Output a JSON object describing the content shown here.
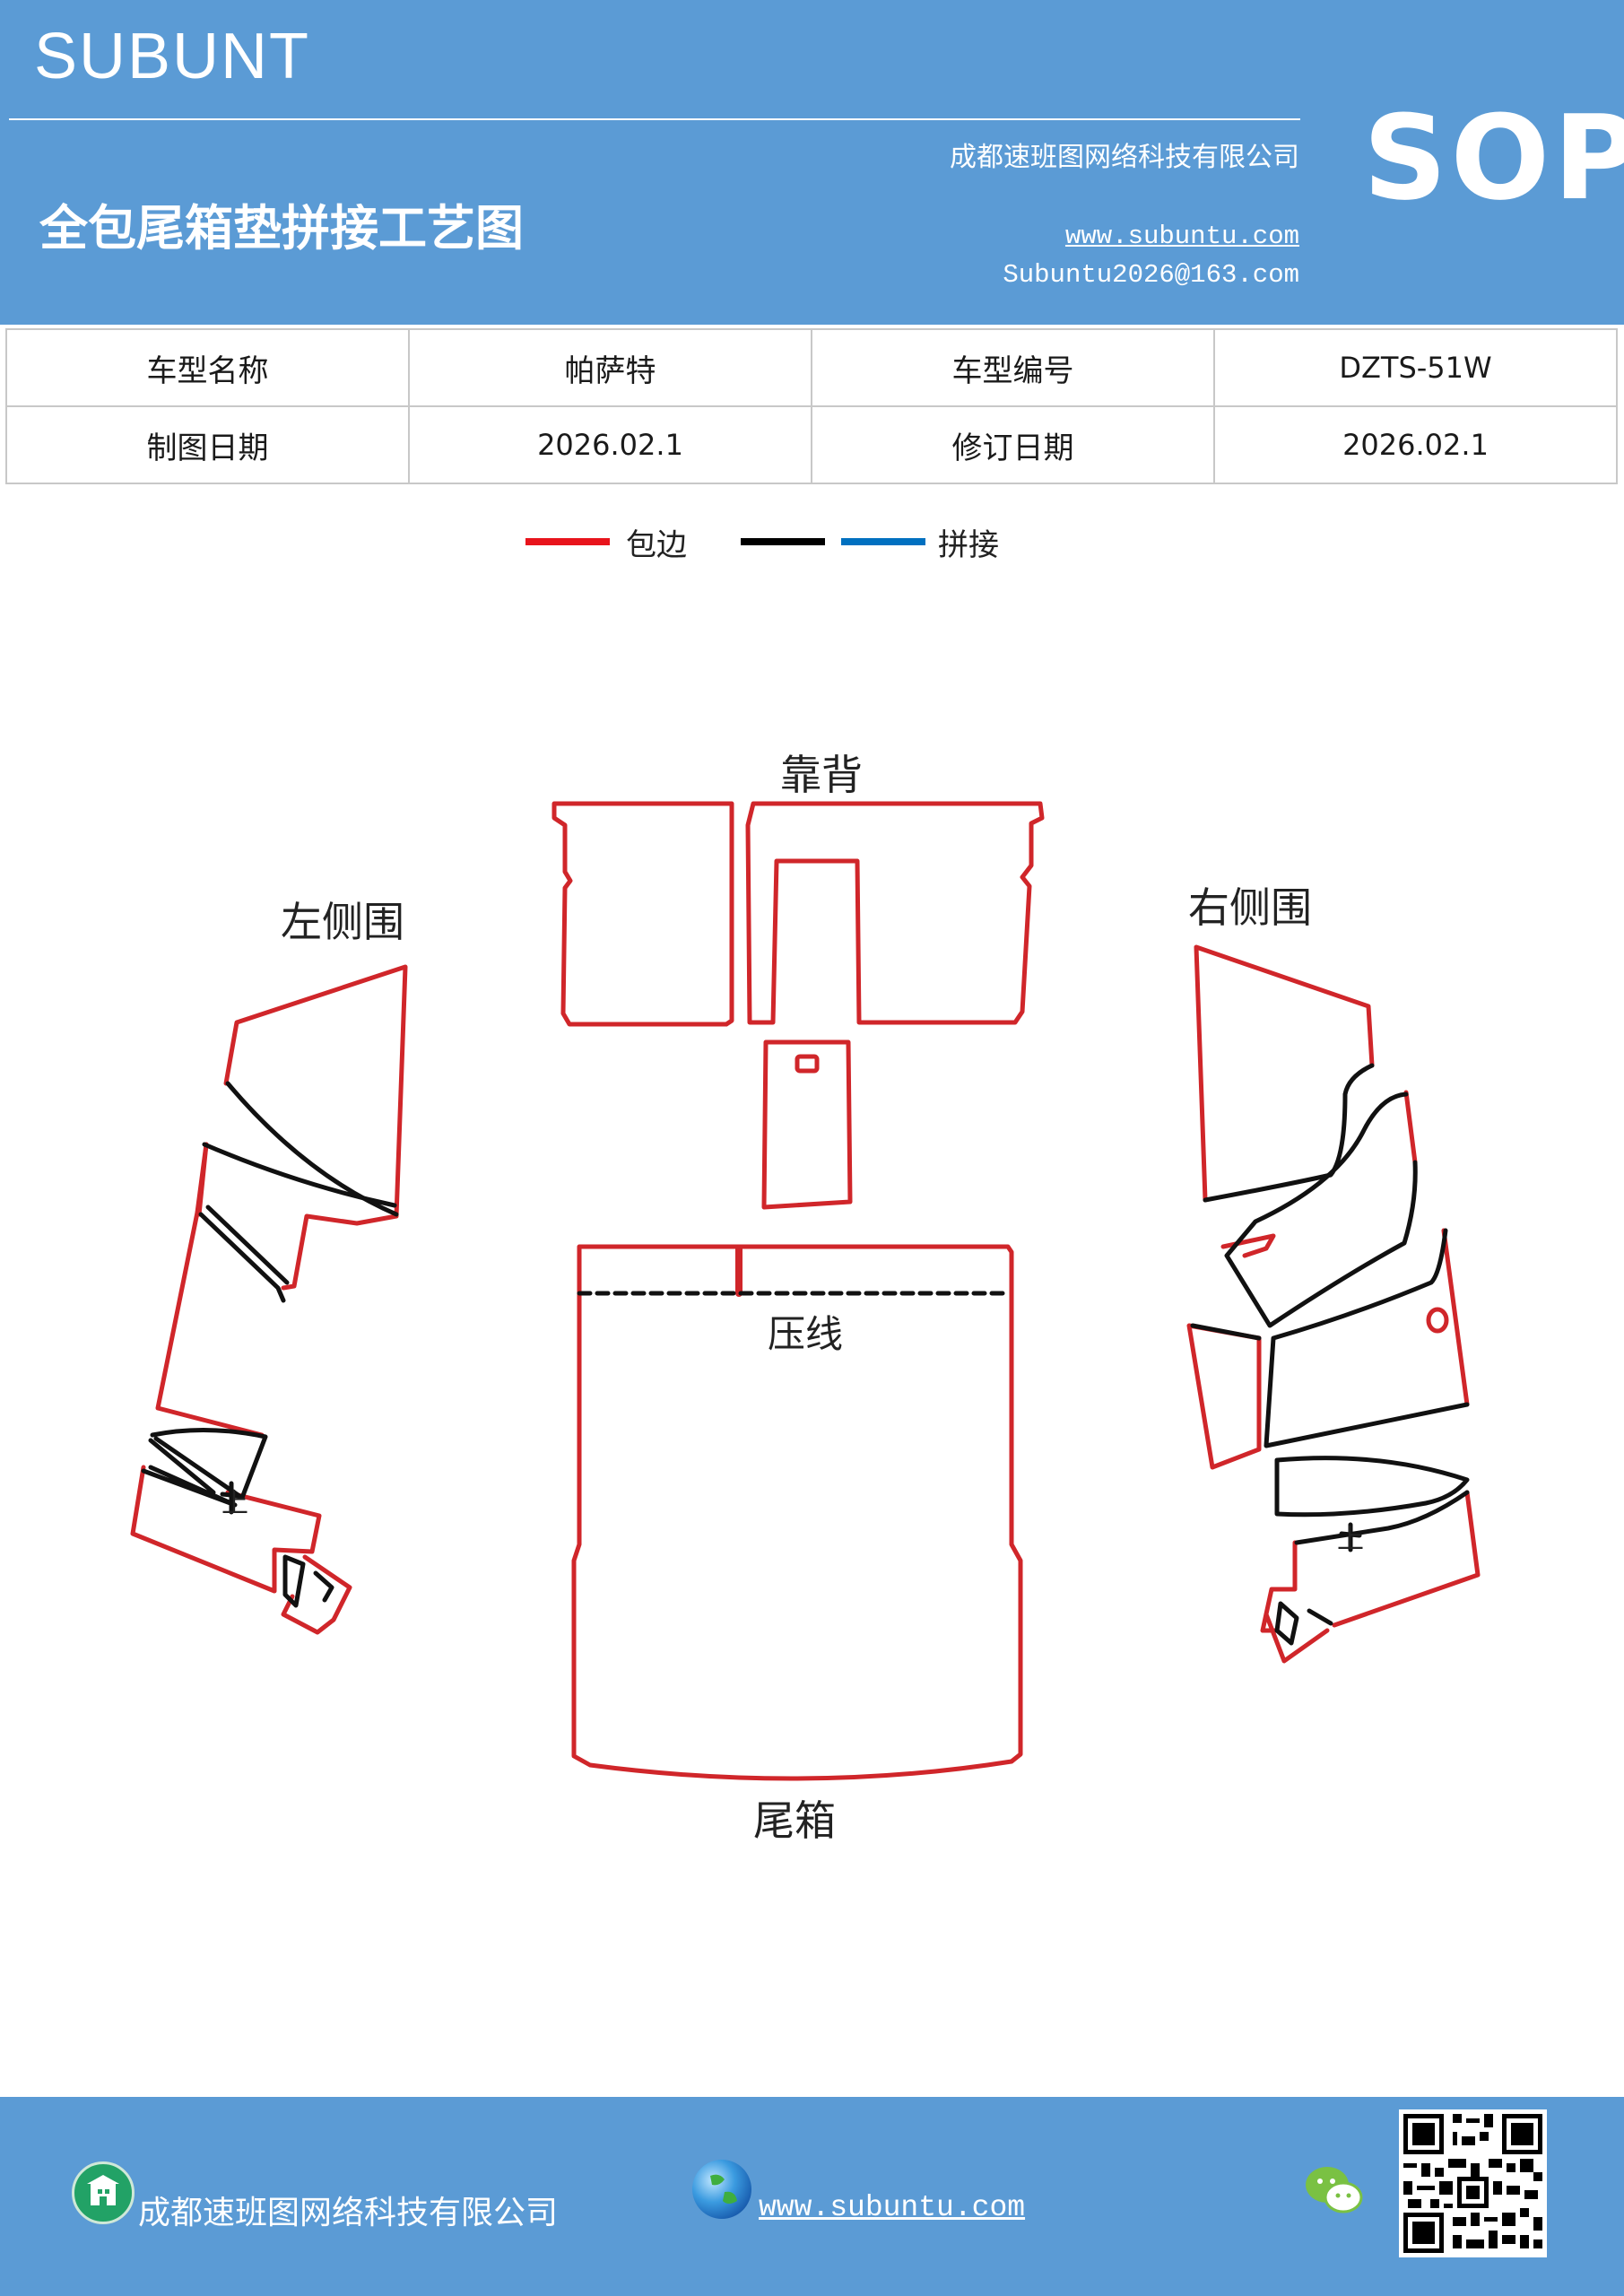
{
  "header": {
    "brand": "SUBUNT",
    "title": "全包尾箱垫拼接工艺图",
    "company": "成都速班图网络科技有限公司",
    "website": "www.subuntu.com",
    "email": "Subuntu2026@163.com",
    "badge": "SOP"
  },
  "info_table": {
    "row1": {
      "label1": "车型名称",
      "value1": "帕萨特",
      "label2": "车型编号",
      "value2": "DZTS-51W"
    },
    "row2": {
      "label1": "制图日期",
      "value1": "2026.02.1",
      "label2": "修订日期",
      "value2": "2026.02.1"
    }
  },
  "legend": {
    "items": [
      {
        "label": "包边",
        "color": "#e8141c"
      },
      {
        "label": "",
        "color": "#000000"
      },
      {
        "label": "拼接",
        "color": "#0070c0"
      }
    ]
  },
  "diagram": {
    "labels": {
      "backrest": "靠背",
      "left_side": "左侧围",
      "right_side": "右侧围",
      "press_line": "压线",
      "trunk": "尾箱",
      "left_mark": "上",
      "right_mark": "上"
    },
    "colors": {
      "edge": "#d0262a",
      "seam": "#111111"
    }
  },
  "footer": {
    "company": "成都速班图网络科技有限公司",
    "website": "www.subuntu.com",
    "building_icon": "building-icon",
    "globe_icon": "globe-icon",
    "wechat_icon": "wechat-icon",
    "qr_icon": "qr-code"
  }
}
